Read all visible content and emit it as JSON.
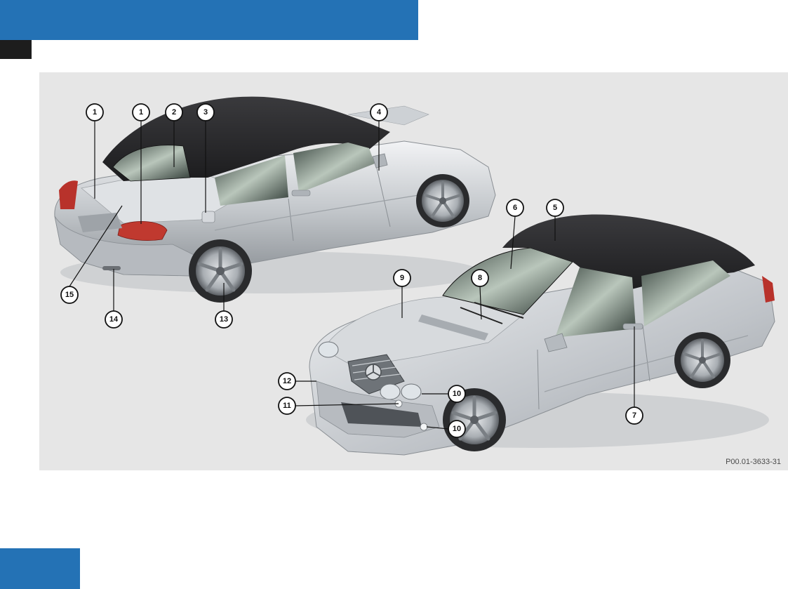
{
  "figure": {
    "code": "P00.01-3633-31",
    "callouts": [
      "1",
      "1",
      "2",
      "3",
      "4",
      "5",
      "6",
      "7",
      "8",
      "9",
      "10",
      "10",
      "11",
      "12",
      "13",
      "14",
      "15"
    ]
  },
  "colors": {
    "header_blue": "#2472b5",
    "header_tab": "#1d1d1d",
    "figure_background": "#e6e6e6",
    "car_silver": "#c9ccd0",
    "soft_top": "#2a2a2c"
  }
}
